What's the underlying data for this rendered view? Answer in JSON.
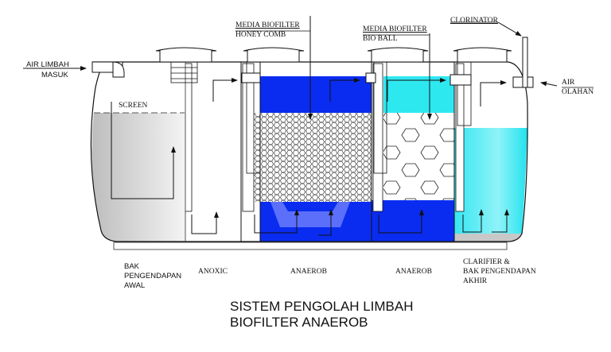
{
  "title": {
    "line1": "SISTEM PENGOLAH LIMBAH",
    "line2": "BIOFILTER ANAEROB"
  },
  "callouts": {
    "inlet_line1": "AIR LIMBAH",
    "inlet_line2": "MASUK",
    "outlet_line1": "AIR",
    "outlet_line2": "OLAHAN",
    "screen": "SCREEN",
    "honeycomb_line1": "MEDIA BIOFILTER",
    "honeycomb_line2": "HONEY COMB",
    "bioball_line1": "MEDIA BIOFILTER",
    "bioball_line2": "BIO BALL",
    "clorinator": "CLORINATOR"
  },
  "chambers": [
    {
      "label_lines": [
        "BAK",
        "PENGENDAPAN",
        "AWAL"
      ],
      "fill": "#d0d0d0"
    },
    {
      "label_lines": [
        "ANOXIC"
      ],
      "fill": "#ffffff"
    },
    {
      "label_lines": [
        "ANAEROB"
      ],
      "fill": "#0a2cf0",
      "media": "honeycomb"
    },
    {
      "label_lines": [
        "ANAEROB"
      ],
      "fill": "#0a2cf0",
      "media": "bioball"
    },
    {
      "label_lines": [
        "CLARIFIER &",
        "BAK PENGENDAPAN",
        "AKHIR"
      ],
      "fill": "#2ee8f0"
    }
  ],
  "colors": {
    "anaerob_blue": "#0a2cf0",
    "clarifier_cyan": "#2ee8f0",
    "sediment_grey": "#c8c8c8",
    "line": "#111111"
  }
}
